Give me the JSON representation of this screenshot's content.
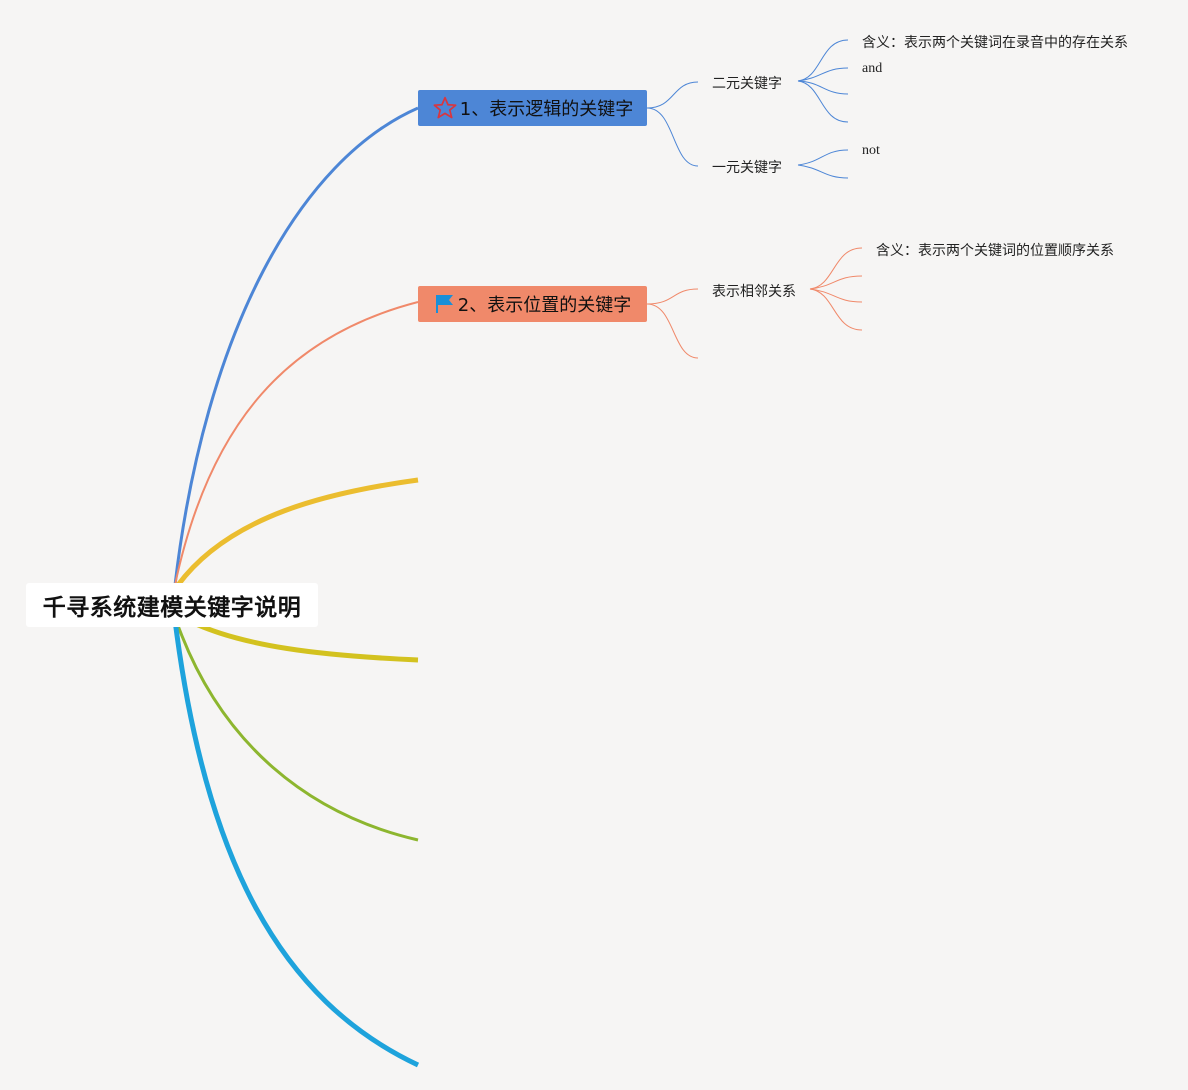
{
  "root": {
    "label": "千寻系统建模关键字说明"
  },
  "topics": [
    {
      "label": "1、表示逻辑的关键字",
      "icon": "star-icon",
      "color": "#4d86d6",
      "children": [
        {
          "label": "二元关键字",
          "children": [
            "含义：表示两个关键词在录音中的存在关系",
            "and",
            "",
            ""
          ]
        },
        {
          "label": "一元关键字",
          "children": [
            "not",
            ""
          ]
        }
      ]
    },
    {
      "label": "2、表示位置的关键字",
      "icon": "flag-icon",
      "color": "#f0896a",
      "children": [
        {
          "label": "表示相邻关系",
          "children": [
            "含义：表示两个关键词的位置顺序关系",
            "",
            "",
            ""
          ]
        },
        {
          "label": "",
          "children": []
        }
      ]
    }
  ],
  "colors": {
    "background": "#f6f5f4",
    "branch_blue": "#4d86d6",
    "branch_orange": "#f0896a",
    "branch_yellow": "#ebbd2f",
    "branch_olive": "#d3c21f",
    "branch_green": "#8db62f",
    "branch_cyan": "#1ea3dc",
    "star_outline": "#d9363e",
    "flag_fill": "#1a8fd8"
  }
}
